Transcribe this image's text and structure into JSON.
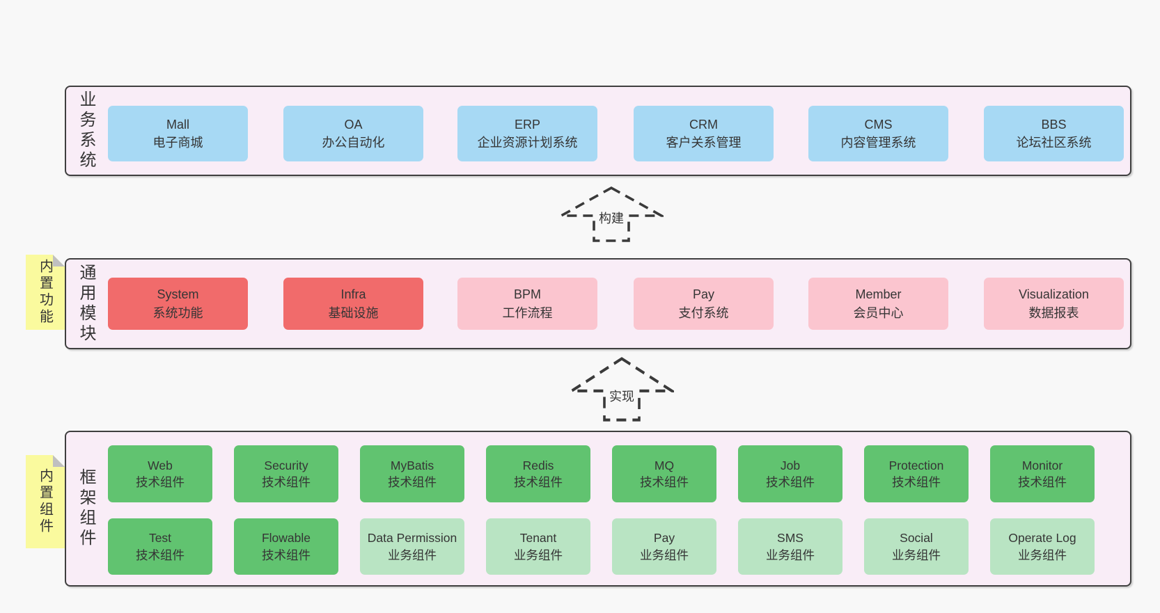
{
  "colors": {
    "page_bg": "#f8f8f8",
    "band_bg": "#f9edf7",
    "band_border": "#3f3f3f",
    "node_blue": "#a7d9f4",
    "node_red": "#f16b6b",
    "node_pink": "#fbc5cf",
    "node_green": "#61c370",
    "node_green_light": "#b9e4c3",
    "note_yellow": "#fafa9e",
    "note_fold_gray": "#c0c0c0",
    "text": "#353535"
  },
  "bands": {
    "business": {
      "title": "业务系统",
      "boxes": [
        {
          "name": "Mall",
          "desc": "电子商城",
          "variant": "blue"
        },
        {
          "name": "OA",
          "desc": "办公自动化",
          "variant": "blue"
        },
        {
          "name": "ERP",
          "desc": "企业资源计划系统",
          "variant": "blue"
        },
        {
          "name": "CRM",
          "desc": "客户关系管理",
          "variant": "blue"
        },
        {
          "name": "CMS",
          "desc": "内容管理系统",
          "variant": "blue"
        },
        {
          "name": "BBS",
          "desc": "论坛社区系统",
          "variant": "blue"
        }
      ]
    },
    "modules": {
      "title": "通用模块",
      "note": "内置功能",
      "boxes": [
        {
          "name": "System",
          "desc": "系统功能",
          "variant": "red"
        },
        {
          "name": "Infra",
          "desc": "基础设施",
          "variant": "red"
        },
        {
          "name": "BPM",
          "desc": "工作流程",
          "variant": "pink"
        },
        {
          "name": "Pay",
          "desc": "支付系统",
          "variant": "pink"
        },
        {
          "name": "Member",
          "desc": "会员中心",
          "variant": "pink"
        },
        {
          "name": "Visualization",
          "desc": "数据报表",
          "variant": "pink"
        }
      ]
    },
    "components": {
      "title": "框架组件",
      "note": "内置组件",
      "row1": [
        {
          "name": "Web",
          "desc": "技术组件",
          "variant": "green"
        },
        {
          "name": "Security",
          "desc": "技术组件",
          "variant": "green"
        },
        {
          "name": "MyBatis",
          "desc": "技术组件",
          "variant": "green"
        },
        {
          "name": "Redis",
          "desc": "技术组件",
          "variant": "green"
        },
        {
          "name": "MQ",
          "desc": "技术组件",
          "variant": "green"
        },
        {
          "name": "Job",
          "desc": "技术组件",
          "variant": "green"
        },
        {
          "name": "Protection",
          "desc": "技术组件",
          "variant": "green"
        },
        {
          "name": "Monitor",
          "desc": "技术组件",
          "variant": "green"
        }
      ],
      "row2": [
        {
          "name": "Test",
          "desc": "技术组件",
          "variant": "green"
        },
        {
          "name": "Flowable",
          "desc": "技术组件",
          "variant": "green"
        },
        {
          "name": "Data Permission",
          "desc": "业务组件",
          "variant": "green-light"
        },
        {
          "name": "Tenant",
          "desc": "业务组件",
          "variant": "green-light"
        },
        {
          "name": "Pay",
          "desc": "业务组件",
          "variant": "green-light"
        },
        {
          "name": "SMS",
          "desc": "业务组件",
          "variant": "green-light"
        },
        {
          "name": "Social",
          "desc": "业务组件",
          "variant": "green-light"
        },
        {
          "name": "Operate Log",
          "desc": "业务组件",
          "variant": "green-light"
        }
      ]
    }
  },
  "arrows": [
    {
      "label": "构建"
    },
    {
      "label": "实现"
    }
  ]
}
